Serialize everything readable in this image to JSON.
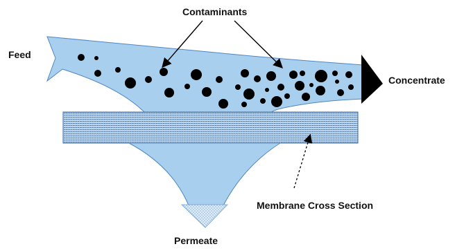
{
  "labels": {
    "contaminants": "Contaminants",
    "feed": "Feed",
    "concentrate": "Concentrate",
    "membrane_cross_section": "Membrane Cross Section",
    "permeate": "Permeate"
  },
  "colors": {
    "stream_fill": "#a9cfee",
    "stream_outline": "#4f85c3",
    "membrane_fill": "#bcd6ee",
    "membrane_hatch": "#2f5f95",
    "contaminant": "#000000",
    "arrow": "#000000"
  }
}
